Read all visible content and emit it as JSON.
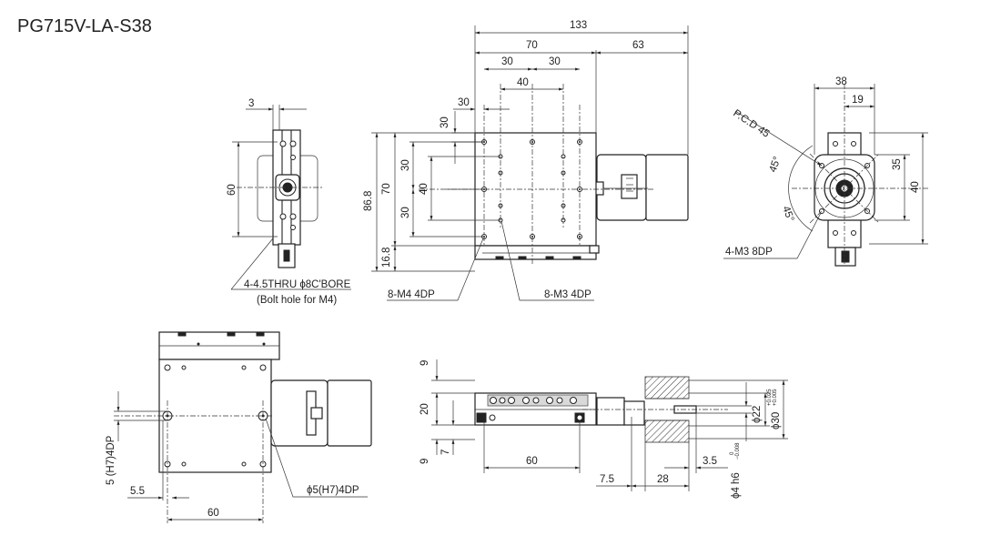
{
  "title": "PG715V-LA-S38",
  "views": {
    "front": {
      "dims": {
        "d3": "3",
        "d60": "60"
      },
      "note_line1": "4-4.5THRU ϕ8C'BORE",
      "note_line2": "(Bolt hole for M4)"
    },
    "top": {
      "dims": {
        "d133": "133",
        "d70": "70",
        "d63": "63",
        "d30a": "30",
        "d30b": "30",
        "d40": "40",
        "d30l": "30",
        "d30v": "30",
        "d86_8": "86.8",
        "d70v": "70",
        "d30v2": "30",
        "d40v": "40",
        "d30v3": "30",
        "d16_8": "16.8"
      },
      "note_m4": "8-M4 4DP",
      "note_m3": "8-M3 4DP"
    },
    "side": {
      "dims": {
        "d38": "38",
        "d19": "19",
        "d35": "35",
        "d40": "40",
        "pcd": "P.C.D 45",
        "a45a": "45°",
        "a45b": "45°"
      },
      "note": "4-M3 8DP"
    },
    "bottom": {
      "dims": {
        "d5h7": "5 (H7)4DP",
        "d5_5": "5.5",
        "d60": "60"
      },
      "note": "ϕ5(H7)4DP"
    },
    "elevation": {
      "dims": {
        "d9a": "9",
        "d20": "20",
        "d7": "7",
        "d9b": "9",
        "d60": "60",
        "d7_5": "7.5",
        "d28": "28",
        "d3_5": "3.5",
        "d22": "ϕ22",
        "d30": "ϕ30",
        "d30_tol_top": "+0.025",
        "d30_tol_bot": "+0.005",
        "d4": "ϕ4 h6",
        "d4_tol_top": "0",
        "d4_tol_bot": "−0.008"
      }
    }
  }
}
